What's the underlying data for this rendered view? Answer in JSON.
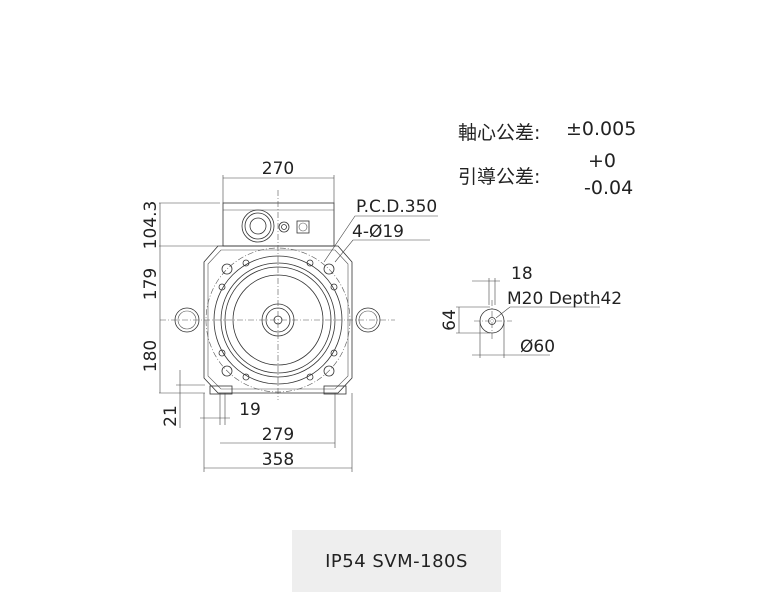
{
  "tolerances": {
    "axis_label": "軸心公差:",
    "axis_value": "±0.005",
    "pilot_label": "引導公差:",
    "pilot_upper": "+0",
    "pilot_lower": "-0.04"
  },
  "front_view": {
    "dim_top_width": "270",
    "dim_box_height": "104.3",
    "dim_upper_half": "179",
    "dim_lower_half": "180",
    "dim_foot_height": "21",
    "dim_foot_width": "19",
    "dim_foot_spacing": "279",
    "dim_overall_width": "358",
    "pcd": "P.C.D.350",
    "holes": "4-Ø19"
  },
  "shaft_view": {
    "dim_key": "18",
    "thread": "M20 Depth42",
    "dim_height": "64",
    "dim_diameter": "Ø60"
  },
  "model_label": "IP54 SVM-180S"
}
